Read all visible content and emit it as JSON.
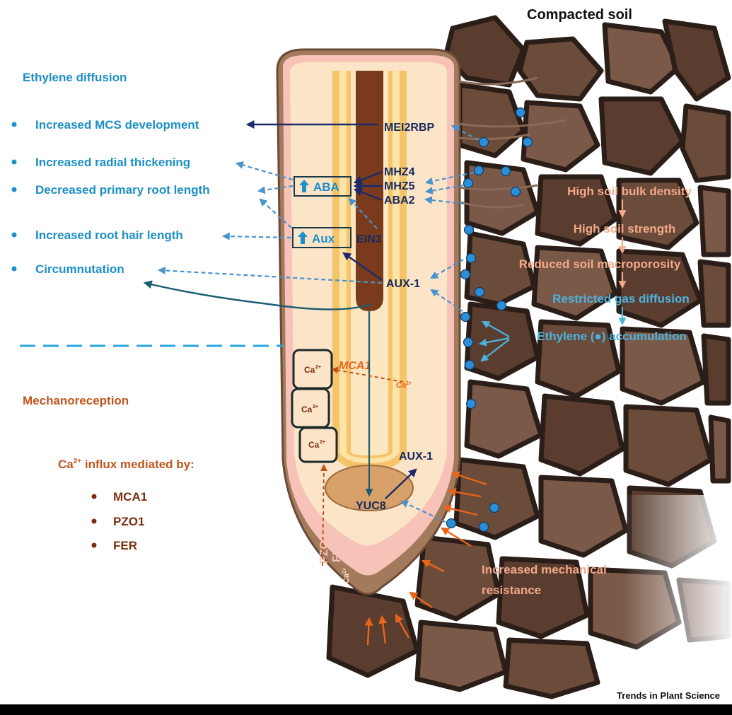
{
  "title": "Compacted soil",
  "source": "Trends in Plant Science",
  "ethylene_section": {
    "heading": "Ethylene diffusion",
    "items": [
      "Increased MCS development",
      "Increased radial thickening",
      "Decreased primary root length",
      "Increased root hair length",
      "Circumnutation"
    ]
  },
  "mechano_section": {
    "heading": "Mechanoreception",
    "influx_label": "Ca",
    "influx_sup": "2+",
    "influx_suffix": " influx mediated by:",
    "items": [
      "MCA1",
      "PZO1",
      "FER"
    ]
  },
  "root_labels": {
    "mei2rbp": "MEI2RBP",
    "mhz4": "MHZ4",
    "mhz5": "MHZ5",
    "aba2": "ABA2",
    "aba_box": "ABA",
    "aux_box": "Aux",
    "ein3": "EIN3",
    "aux1_top": "AUX-1",
    "aux1_bottom": "AUX-1",
    "yuc8": "YUC8",
    "mca1": "MCA1",
    "fer": "FER",
    "pzo1": "PZO1",
    "ca_cell": "Ca",
    "ca_sup": "2+"
  },
  "soil_chain": [
    "High soil bulk density",
    "High soil strength",
    "Reduced soil macroporosity",
    "Restricted gas diffusion"
  ],
  "ethylene_accum": "Ethylene (●) accumulation",
  "mechanical": [
    "Increased mechanical",
    "resistance"
  ],
  "colors": {
    "ethylene_blue": "#1b8fc7",
    "navy": "#172a5c",
    "mechano_brown": "#c0561e",
    "soil_chain_peach": "#f3a98a",
    "soil_rock": "#6b4b3a"
  }
}
